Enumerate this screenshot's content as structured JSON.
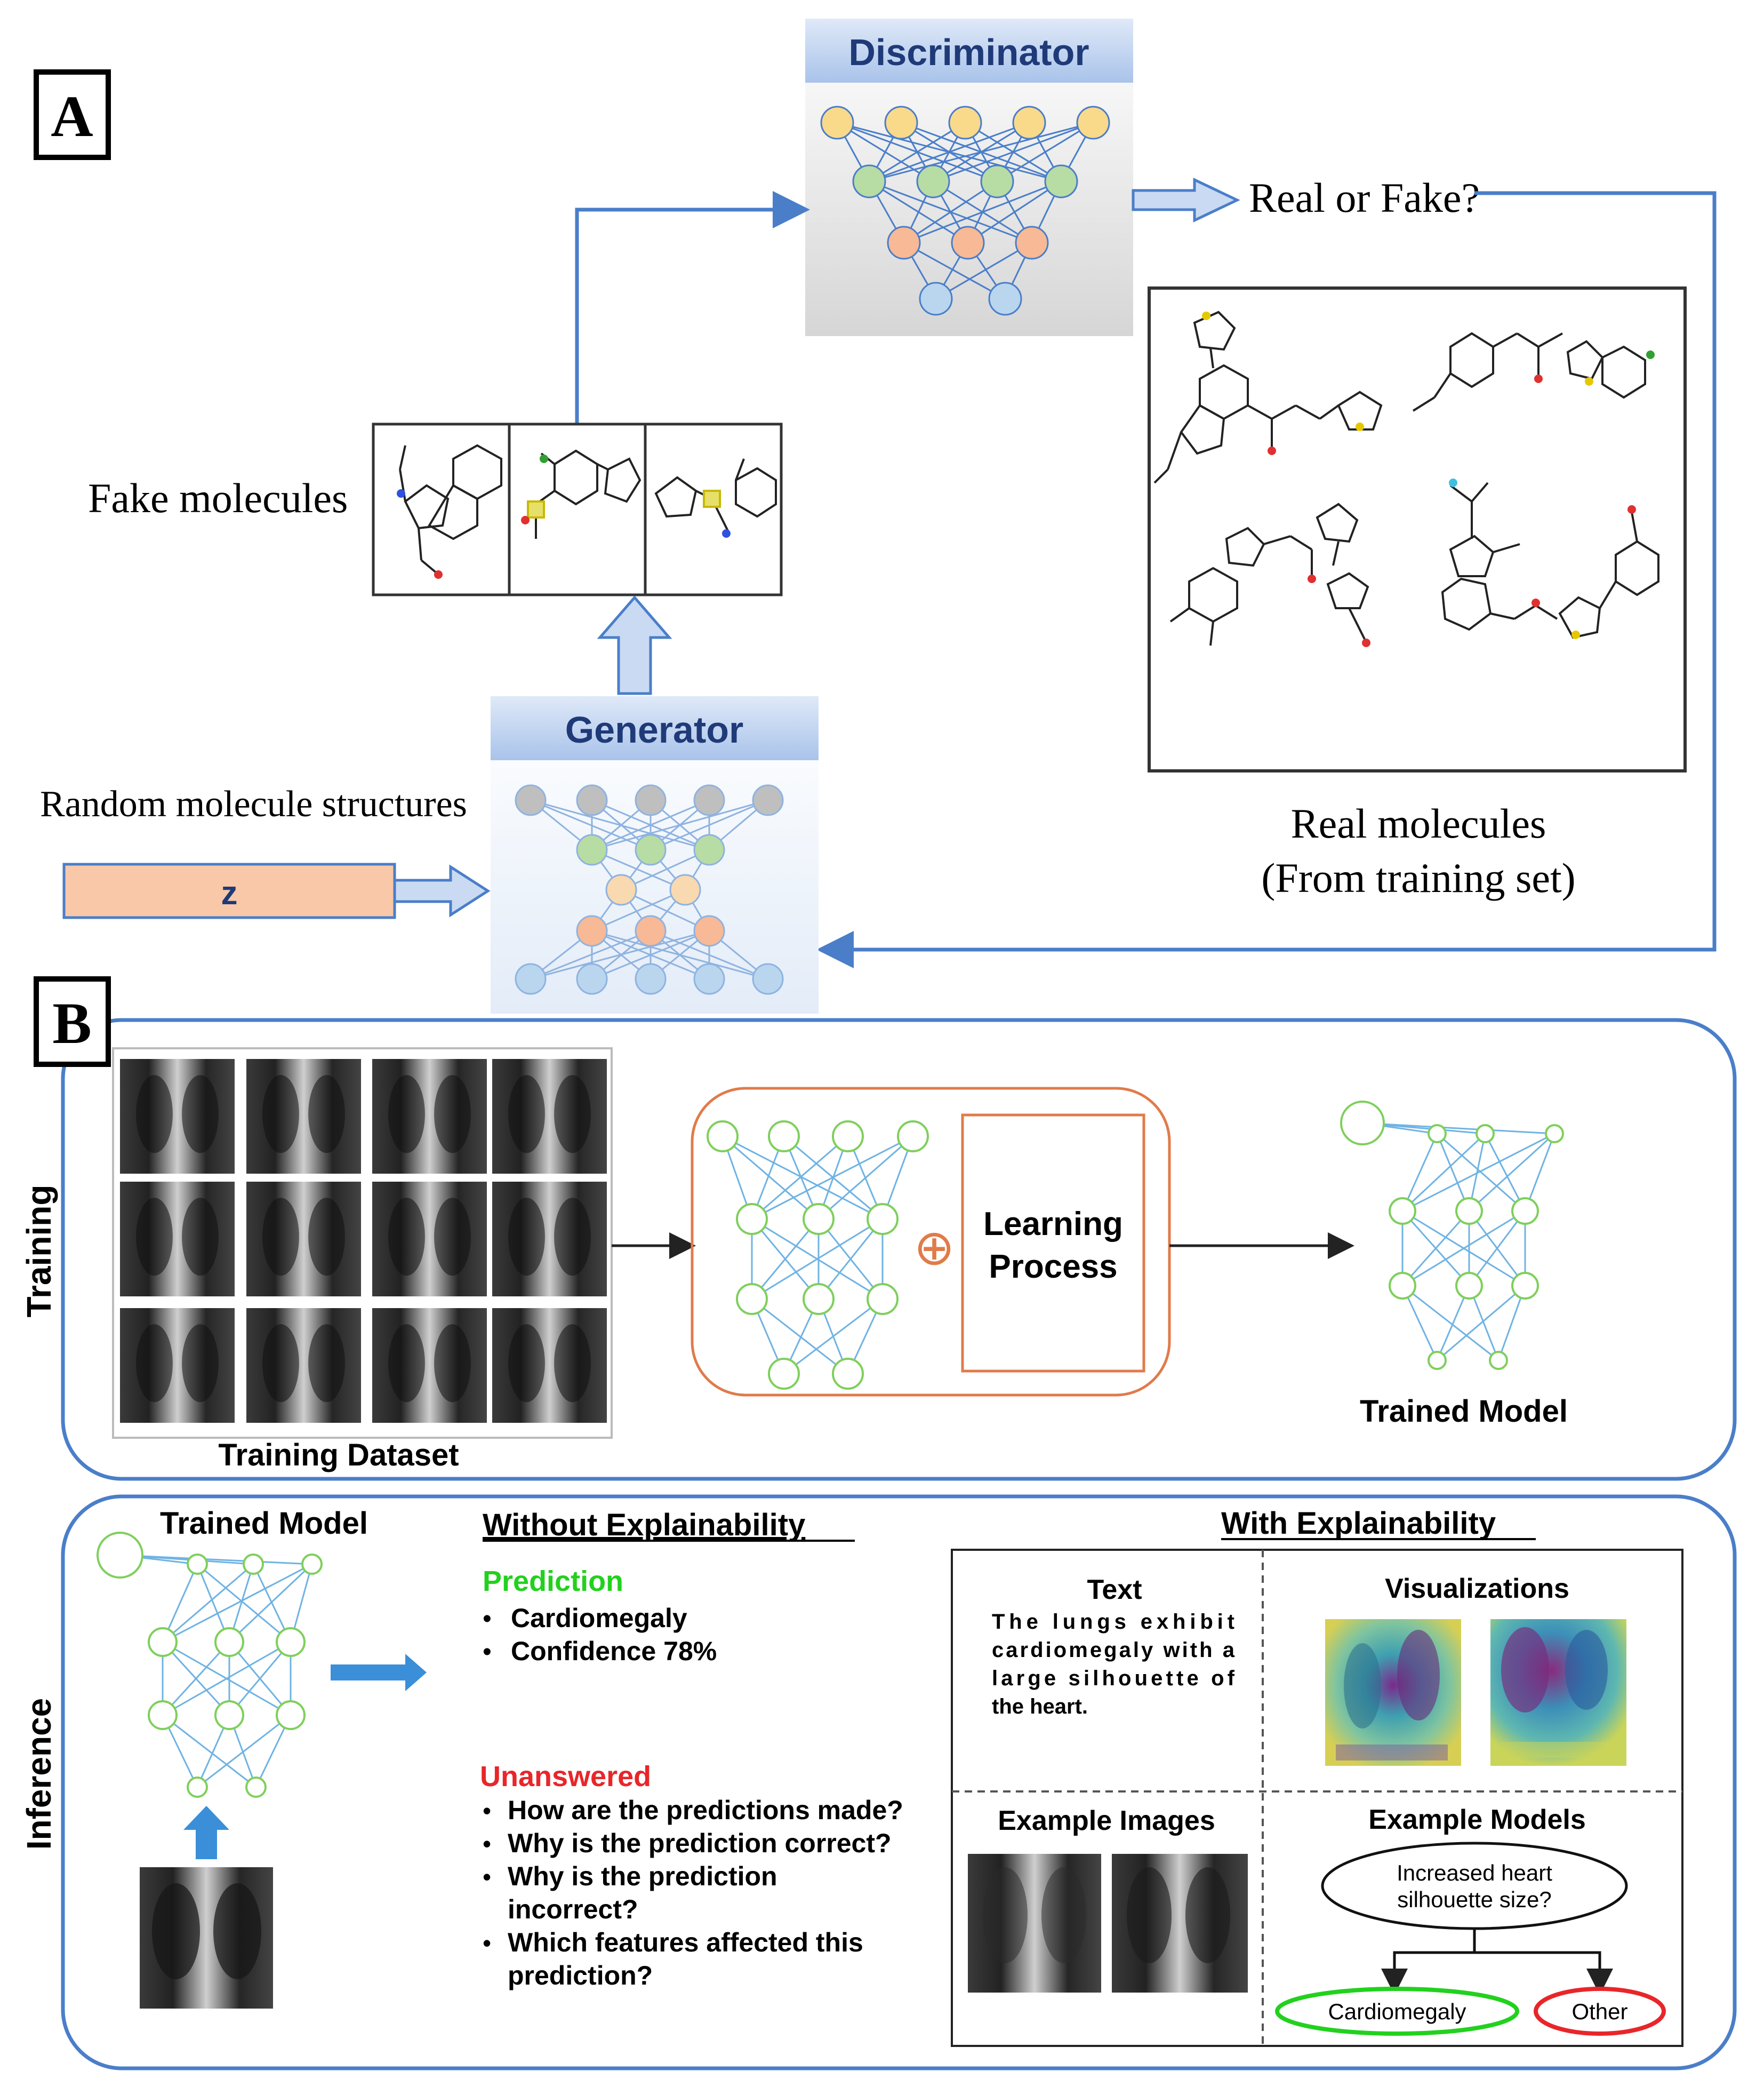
{
  "panel_a": {
    "label": "A",
    "discriminator_title": "Discriminator",
    "generator_title": "Generator",
    "real_or_fake": "Real or Fake?",
    "fake_molecules_label": "Fake molecules",
    "random_structures_label": "Random molecule structures",
    "z_label": "z",
    "real_molecules_line1": "Real molecules",
    "real_molecules_line2": "(From training set)",
    "colors": {
      "yellow": "#f9d98a",
      "green": "#b7dca4",
      "orange": "#f7b996",
      "blue": "#b9d6ee",
      "gray": "#bfbfbf",
      "z_fill": "#f8c8a8",
      "header": "#c9daf2",
      "arrow": "#4a7ec9"
    }
  },
  "panel_b": {
    "label": "B",
    "training_side": "Training",
    "inference_side": "Inference",
    "training_dataset": "Training Dataset",
    "learning_line1": "Learning",
    "learning_line2": "Process",
    "plus_symbol": "⊕",
    "trained_model": "Trained Model",
    "inference_trained_model": "Trained Model",
    "without_title": "Without Explainability",
    "prediction_label": "Prediction",
    "prediction_items": [
      "Cardiomegaly",
      "Confidence 78%"
    ],
    "unanswered_label": "Unanswered",
    "unanswered_items": [
      [
        "How are the predictions made?"
      ],
      [
        "Why is the prediction correct?"
      ],
      [
        "Why is the prediction",
        "incorrect?"
      ],
      [
        "Which features affected this",
        "prediction?"
      ]
    ],
    "with_title": "With Explainability",
    "text_title": "Text",
    "text_body": [
      "The lungs exhibit",
      "cardiomegaly with a",
      "large silhouette of",
      "the heart."
    ],
    "visualizations_title": "Visualizations",
    "example_images_title": "Example Images",
    "example_models_title": "Example Models",
    "decision_question_line1": "Increased heart",
    "decision_question_line2": "silhouette size?",
    "leaf_cardiomegaly": "Cardiomegaly",
    "leaf_other": "Other",
    "colors": {
      "prediction": "#22d11e",
      "unanswered": "#e8262a",
      "frame": "#4a7ec9",
      "net_line": "#6fb3e3",
      "net_node": "#7fcf5c",
      "learning_frame": "#e07b4a"
    }
  }
}
